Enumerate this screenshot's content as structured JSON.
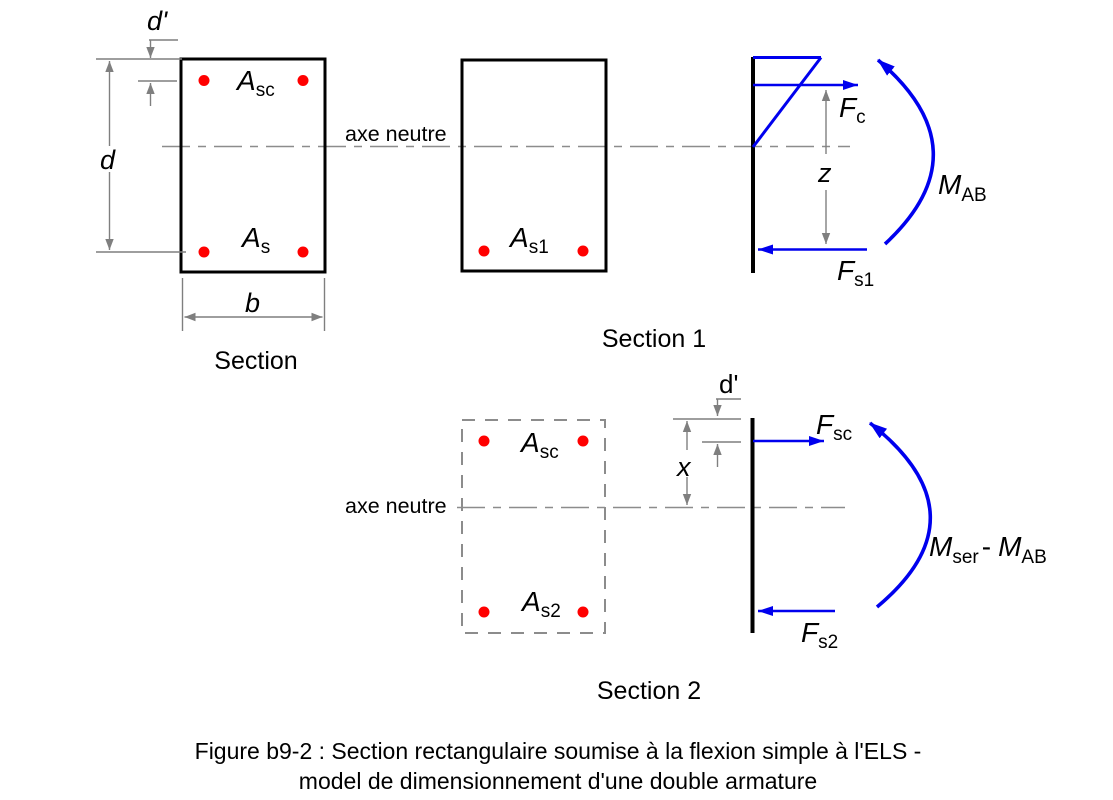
{
  "colors": {
    "force_blue": "#0000ee",
    "rebar_red": "#ff0000",
    "dim_gray": "#7f7f7f",
    "line_black": "#000000",
    "dash_gray": "#8c8c8c"
  },
  "top_row": {
    "section": {
      "name": "Section",
      "dim_d_prime": "d'",
      "dim_d": "d",
      "dim_b": "b",
      "steel_top": {
        "sym": "A",
        "sub": "sc"
      },
      "steel_bottom": {
        "sym": "A",
        "sub": "s"
      }
    },
    "axis_label": "axe neutre",
    "section1": {
      "name": "Section 1",
      "steel_bottom": {
        "sym": "A",
        "sub": "s1"
      }
    },
    "forces1": {
      "fc": {
        "sym": "F",
        "sub": "c"
      },
      "lever_z": "z",
      "fs1": {
        "sym": "F",
        "sub": "s1"
      },
      "moment": {
        "sym": "M",
        "sub": "AB"
      }
    }
  },
  "bottom_row": {
    "axis_label": "axe neutre",
    "section2": {
      "name": "Section 2",
      "dim_d_prime": "d'",
      "dim_x": "x",
      "steel_top": {
        "sym": "A",
        "sub": "sc"
      },
      "steel_bottom": {
        "sym": "A",
        "sub": "s2"
      }
    },
    "forces2": {
      "fsc": {
        "sym": "F",
        "sub": "sc"
      },
      "fs2": {
        "sym": "F",
        "sub": "s2"
      },
      "moment": {
        "m1": "M",
        "m1sub": "ser",
        "minus": "-",
        "m2": "M",
        "m2sub": "AB"
      }
    }
  },
  "caption": {
    "line1": "Figure b9-2 : Section rectangulaire soumise à la flexion simple à l'ELS -",
    "line2": "model de dimensionnement d'une double armature"
  }
}
